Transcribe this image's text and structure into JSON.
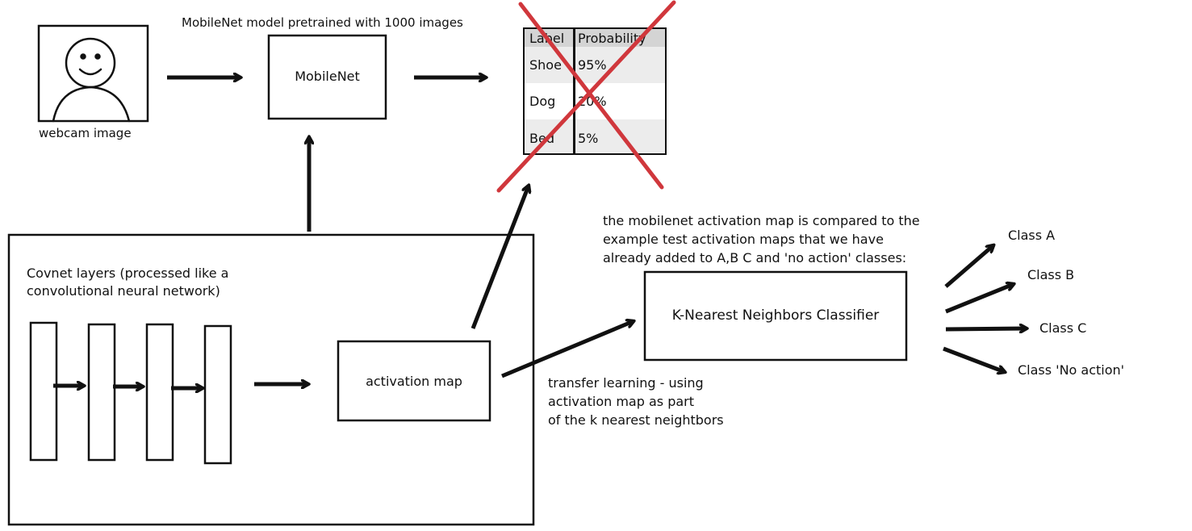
{
  "colors": {
    "ink": "#111111",
    "cross": "#d0373c",
    "table_header": "#d4d4d4",
    "row_alt": "#ececec"
  },
  "webcam": {
    "label": "webcam image",
    "icon": "face-icon"
  },
  "model": {
    "caption": "MobileNet model pretrained with 1000 images",
    "box_label": "MobileNet"
  },
  "prob_table": {
    "headers": [
      "Label",
      "Probability"
    ],
    "rows": [
      {
        "label": "Shoe",
        "prob": "95%"
      },
      {
        "label": "Dog",
        "prob": "20%"
      },
      {
        "label": "Bed",
        "prob": "5%"
      }
    ]
  },
  "covnet": {
    "caption_line1": "Covnet layers (processed like a",
    "caption_line2": "convolutional neural network)",
    "layers": 4
  },
  "activation": {
    "box_label": "activation map"
  },
  "transfer": {
    "line1": "transfer learning - using",
    "line2": "activation map as part",
    "line3": "of the k nearest neightbors"
  },
  "knn": {
    "box_label": "K-Nearest Neighbors Classifier",
    "note_line1": "the mobilenet activation map is compared to the",
    "note_line2": "example test activation maps that we have",
    "note_line3": "already added to A,B C and 'no action' classes:"
  },
  "classes": [
    "Class A",
    "Class B",
    "Class C",
    "Class 'No action'"
  ]
}
